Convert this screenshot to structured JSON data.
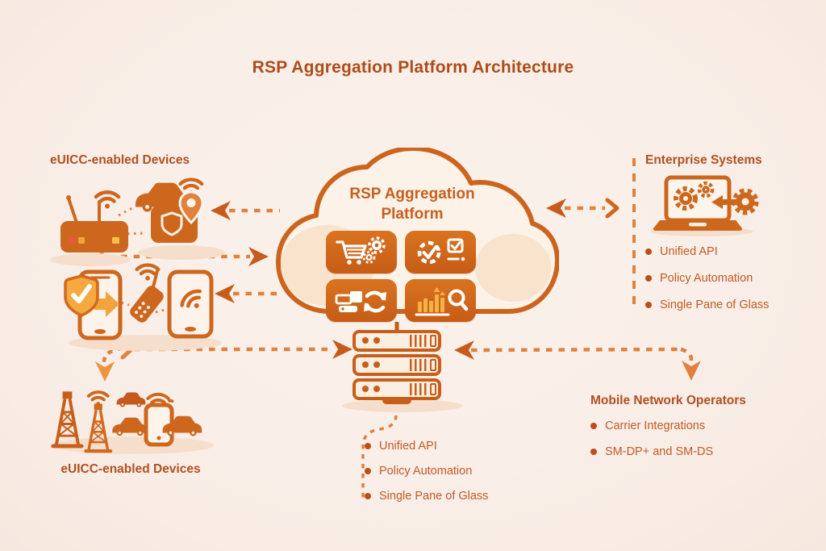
{
  "title": "RSP Aggregation Platform Architecture",
  "colors": {
    "background": "#FAF0EA",
    "accent": "#CE671E",
    "accent_dark": "#C85C16",
    "heading": "#B05020",
    "body_text": "#C25A23",
    "arrow": "#E0823E",
    "amber": "#F3A93C",
    "cloud_fill": "#FCF2E7"
  },
  "top_left_devices": {
    "label": "eUICC-enabled Devices",
    "icons": [
      "router-icon",
      "connected-car-icon",
      "sim-case-icon",
      "location-pin-icon",
      "phone-shield-icon",
      "walkie-talkie-icon",
      "phone-wifi-icon"
    ]
  },
  "cloud": {
    "title_line1": "RSP Aggregation",
    "title_line2": "Platform",
    "tiles": [
      {
        "icon": "cart-gears-icon"
      },
      {
        "icon": "gear-check-icon"
      },
      {
        "icon": "device-sync-icon"
      },
      {
        "icon": "analytics-search-icon"
      }
    ]
  },
  "enterprise_systems": {
    "heading": "Enterprise Systems",
    "icon": "laptop-gears-icon",
    "bullets": [
      "Unified API",
      "Policy Automation",
      "Single Pane of Glass"
    ]
  },
  "platform_core": {
    "icon": "server-stack-icon",
    "bullets": [
      "Unified API",
      "Policy Automation",
      "Single Pane of Glass"
    ]
  },
  "bottom_left_devices": {
    "label": "eUICC-enabled Devices",
    "icons": [
      "cell-tower-icon",
      "cell-tower-icon",
      "wifi-icon",
      "car-icon",
      "car-icon",
      "phone-icon",
      "car-icon"
    ]
  },
  "mobile_network_operators": {
    "heading": "Mobile Network Operators",
    "bullets": [
      "Carrier Integrations",
      "SM-DP+ and SM-DS"
    ]
  }
}
